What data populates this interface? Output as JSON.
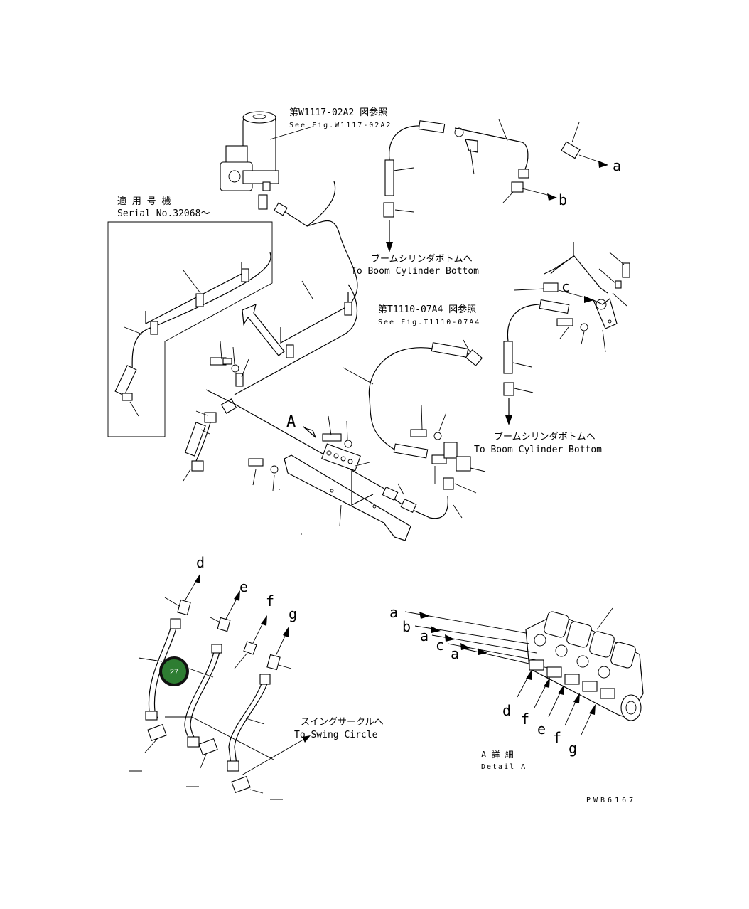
{
  "callouts": {
    "ref_pump_jp": "第W1117-02A2 図参照",
    "ref_pump_en": "See Fig.W1117-02A2",
    "ref_valve_jp": "第T1110-07A4 図参照",
    "ref_valve_en": "See Fig.T1110-07A4",
    "serial_jp": "適 用 号 機",
    "serial_en": "Serial No.32068～",
    "boom_top_jp": "ブームシリンダボトムへ",
    "boom_top_en": "To Boom Cylinder Bottom",
    "boom_right_jp": "ブームシリンダボトムへ",
    "boom_right_en": "To Boom Cylinder Bottom",
    "swing_jp": "スイングサークルへ",
    "swing_en": "To Swing Circle",
    "detail_jp": "A  詳 細",
    "detail_en": "Detail A",
    "view_a": "A",
    "drawing_code": "PWB6167"
  },
  "letters": {
    "a_top": "a",
    "b_top": "b",
    "c_mid": "c",
    "d_low": "d",
    "e_low": "e",
    "f_low": "f",
    "g_low": "g",
    "det_a1": "a",
    "det_b": "b",
    "det_a2": "a",
    "det_c": "c",
    "det_a3": "a",
    "det_d": "d",
    "det_f1": "f",
    "det_e": "e",
    "det_f2": "f",
    "det_g": "g"
  },
  "marker": {
    "number": "27",
    "color": "#2e7d32",
    "border": "#111111"
  }
}
